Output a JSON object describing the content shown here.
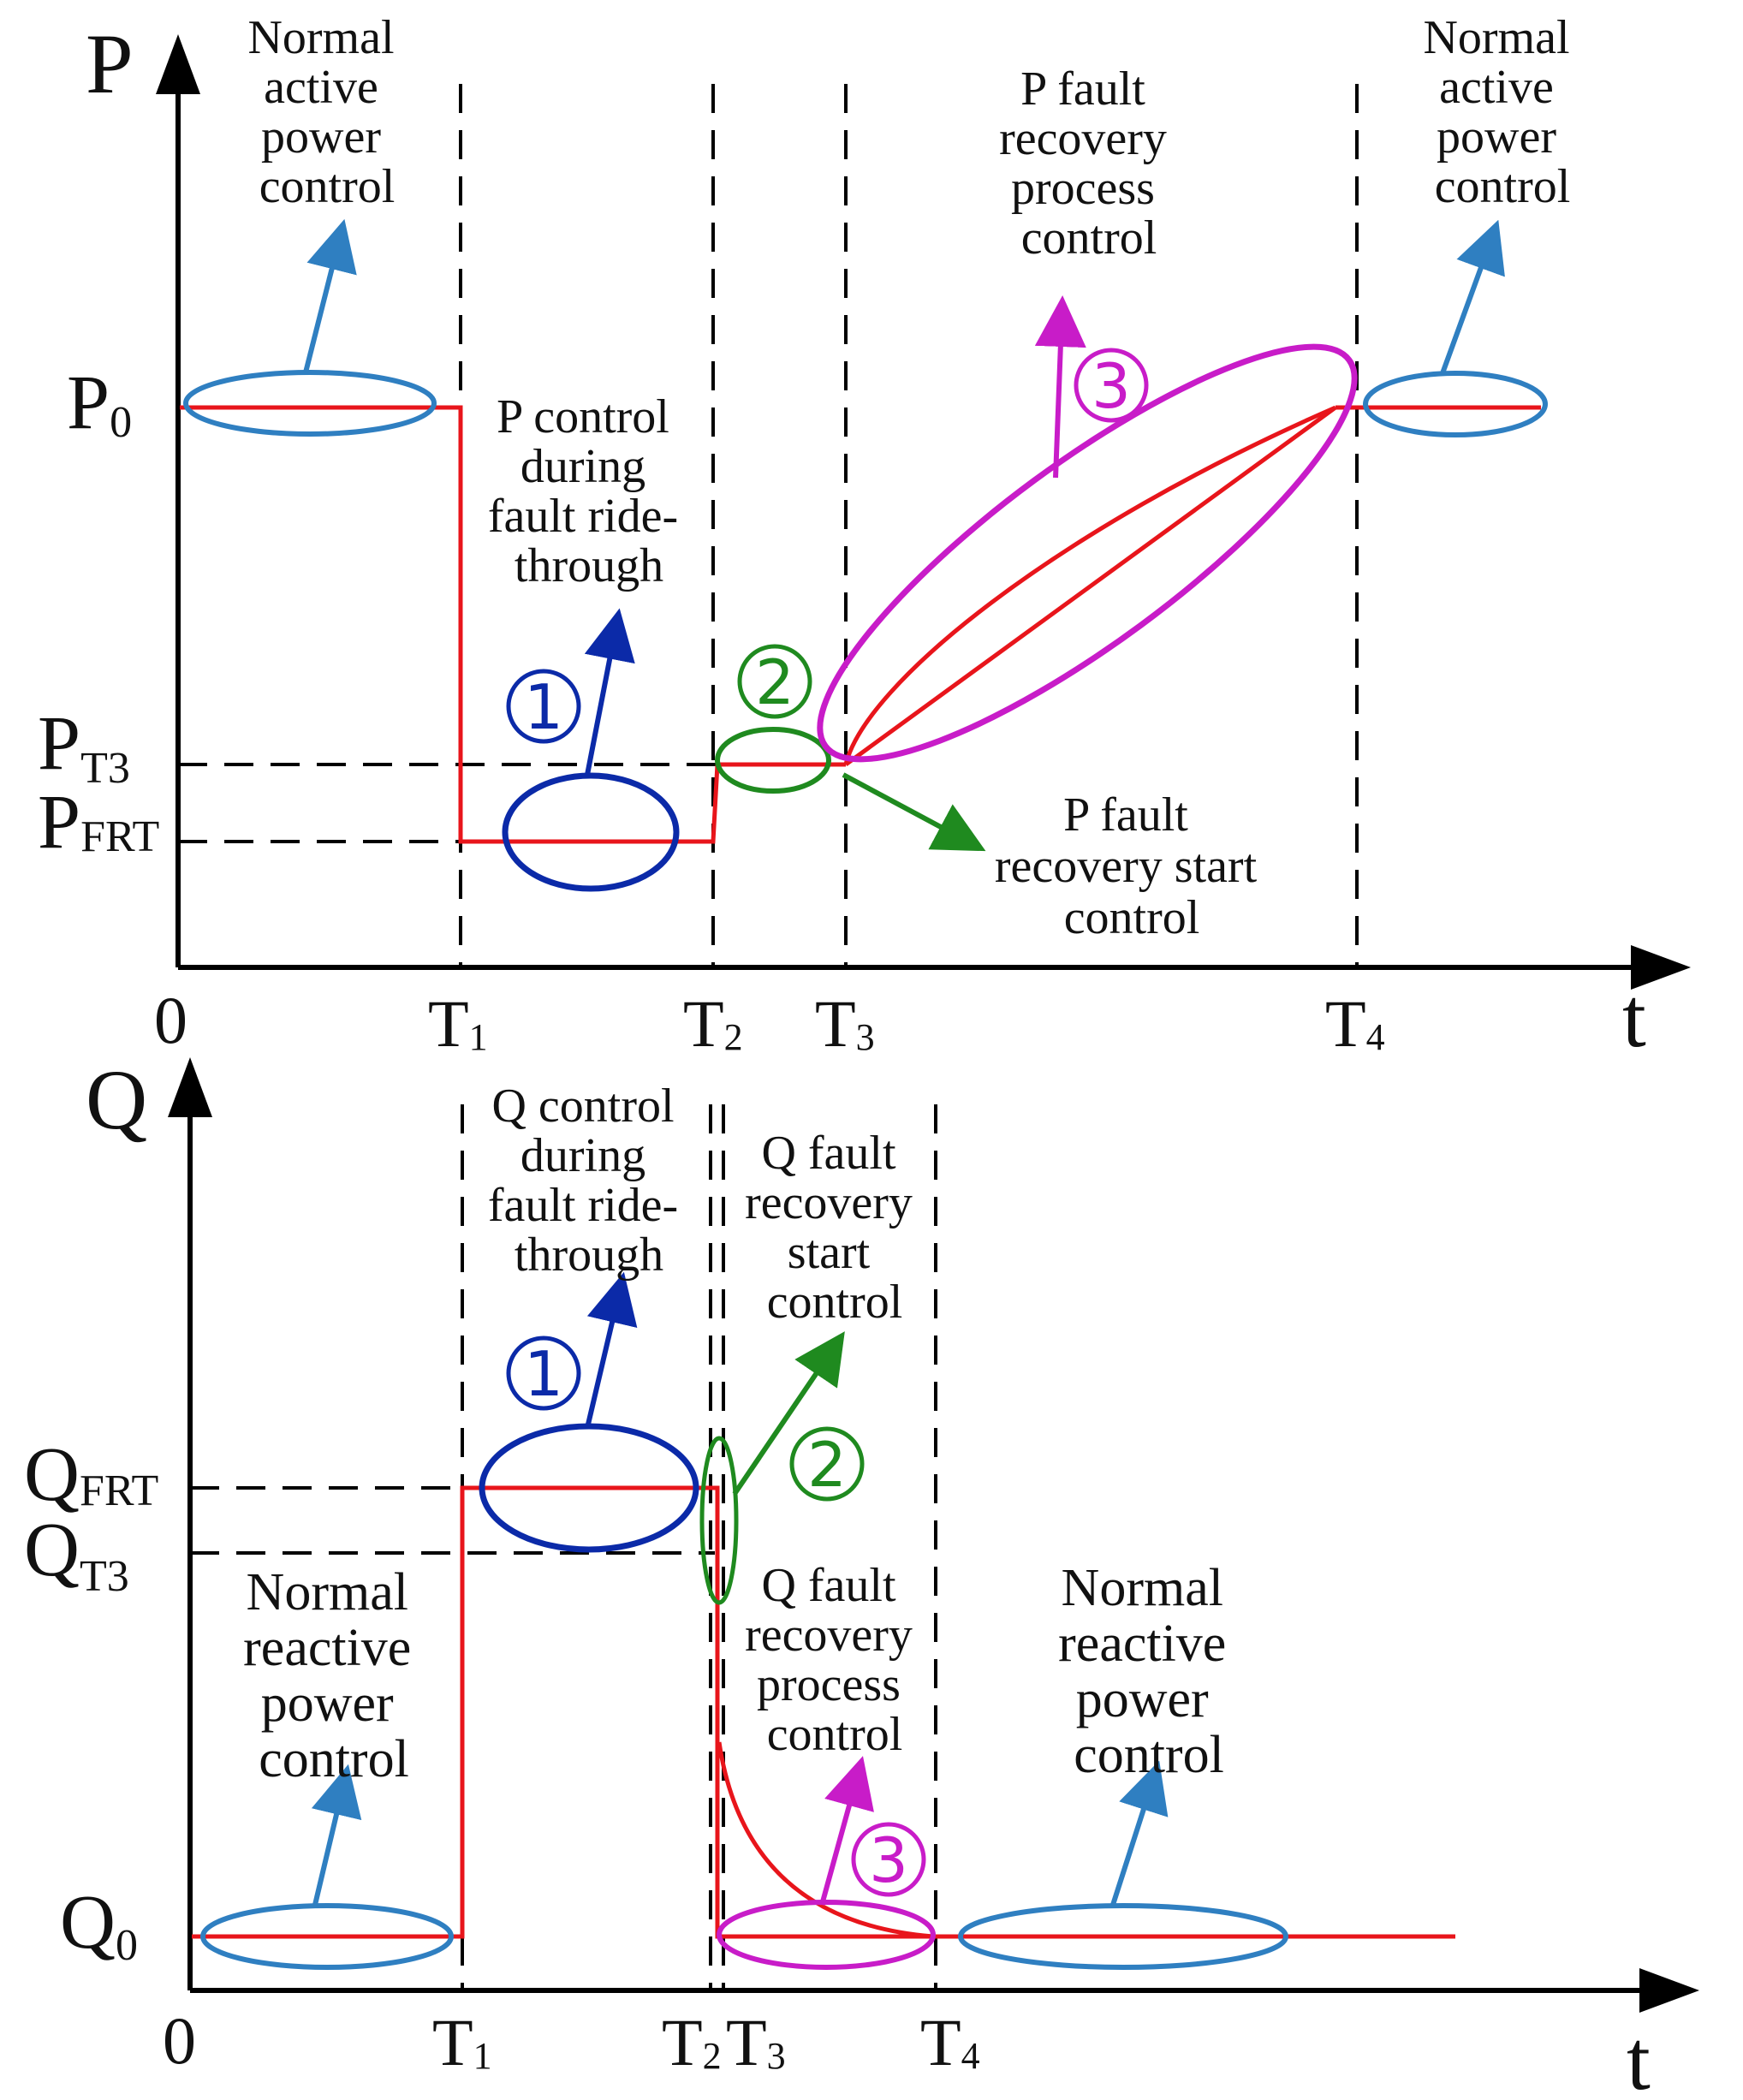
{
  "p_chart": {
    "y_axis_label": "P",
    "x_axis_label": "t",
    "origin_label": "0",
    "y_ticks": {
      "p0": {
        "main": "P",
        "sub": "0"
      },
      "pt3": {
        "main": "P",
        "sub": "T3"
      },
      "pfrt": {
        "main": "P",
        "sub": "FRT"
      }
    },
    "x_ticks": {
      "t1": {
        "main": "T",
        "sub": "1"
      },
      "t2": {
        "main": "T",
        "sub": "2"
      },
      "t3": {
        "main": "T",
        "sub": "3"
      },
      "t4": {
        "main": "T",
        "sub": "4"
      }
    },
    "labels": {
      "normal_left": [
        "Normal",
        "active",
        "power",
        "control"
      ],
      "normal_right": [
        "Normal",
        "active",
        "power",
        "control"
      ],
      "frt": [
        "P control",
        "during",
        "fault ride-",
        "through"
      ],
      "recovery_process": [
        "P fault",
        "recovery",
        "process",
        "control"
      ],
      "recovery_start": [
        "P fault",
        "recovery start",
        "control"
      ]
    },
    "markers": {
      "m1": "1",
      "m2": "2",
      "m3": "3"
    }
  },
  "q_chart": {
    "y_axis_label": "Q",
    "x_axis_label": "t",
    "origin_label": "0",
    "y_ticks": {
      "qfrt": {
        "main": "Q",
        "sub": "FRT"
      },
      "qt3": {
        "main": "Q",
        "sub": "T3"
      },
      "q0": {
        "main": "Q",
        "sub": "0"
      }
    },
    "x_ticks": {
      "t1": {
        "main": "T",
        "sub": "1"
      },
      "t2": {
        "main": "T",
        "sub": "2"
      },
      "t3": {
        "main": "T",
        "sub": "3"
      },
      "t4": {
        "main": "T",
        "sub": "4"
      }
    },
    "labels": {
      "frt": [
        "Q control",
        "during",
        "fault ride-",
        "through"
      ],
      "recovery_start": [
        "Q fault",
        "recovery",
        "start",
        "control"
      ],
      "recovery_process": [
        "Q fault",
        "recovery",
        "process",
        "control"
      ],
      "normal_left": [
        "Normal",
        "reactive",
        "power",
        "control"
      ],
      "normal_right": [
        "Normal",
        "reactive",
        "power",
        "control"
      ]
    },
    "markers": {
      "m1": "1",
      "m2": "2",
      "m3": "3"
    }
  },
  "colors": {
    "curve": "#e8151b",
    "normal_ellipse": "#2f7fc1",
    "stage1": "#0b2aa8",
    "stage2": "#1f8a1f",
    "stage3": "#c81cc8",
    "axis": "#000000"
  }
}
